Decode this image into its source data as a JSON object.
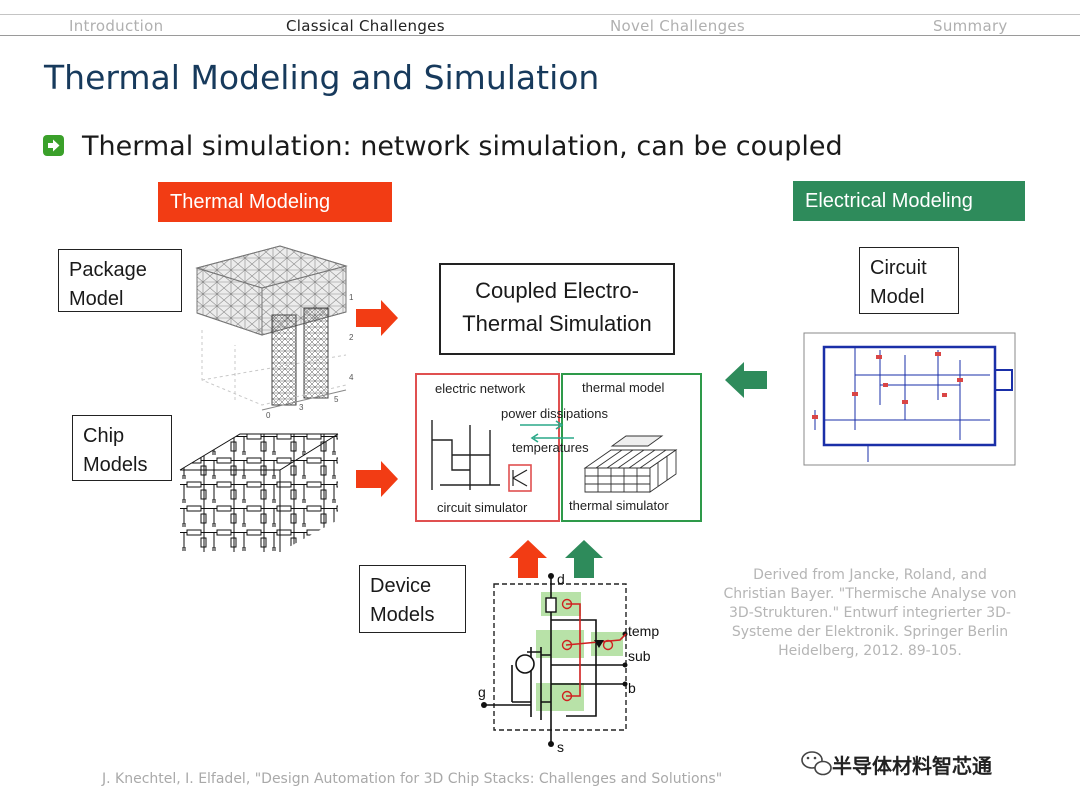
{
  "nav": {
    "items": [
      {
        "label": "Introduction",
        "active": false
      },
      {
        "label": "Classical Challenges",
        "active": true
      },
      {
        "label": "Novel Challenges",
        "active": false
      },
      {
        "label": "Summary",
        "active": false
      }
    ]
  },
  "slide": {
    "title": "Thermal Modeling and Simulation",
    "bullet": "Thermal simulation: network simulation, can be coupled"
  },
  "banners": {
    "thermal": "Thermal Modeling",
    "electrical": "Electrical Modeling"
  },
  "boxes": {
    "package": [
      "Package",
      "Model"
    ],
    "chip": [
      "Chip",
      "Models"
    ],
    "circuit": [
      "Circuit",
      "Model"
    ],
    "device": [
      "Device",
      "Models"
    ],
    "coupled": [
      "Coupled Electro-",
      "Thermal Simulation"
    ]
  },
  "coupling": {
    "electric_network": "electric network",
    "thermal_model": "thermal model",
    "power_dissipations": "power dissipations",
    "temperatures": "temperatures",
    "circuit_simulator": "circuit simulator",
    "thermal_simulator": "thermal simulator"
  },
  "device_schematic": {
    "labels": {
      "d": "d",
      "temp": "temp",
      "sub": "sub",
      "b": "b",
      "g": "g",
      "s": "s"
    }
  },
  "package_axis_ticks": [
    "0",
    "1",
    "2",
    "3",
    "4",
    "5"
  ],
  "citation": [
    "Derived from Jancke, Roland, and",
    "Christian Bayer. \"Thermische Analyse von",
    "3D-Strukturen.\" Entwurf integrierter 3D-",
    "Systeme der Elektronik. Springer Berlin",
    "Heidelberg, 2012. 89-105."
  ],
  "footer": "J. Knechtel, I. Elfadel, \"Design Automation for 3D Chip Stacks: Challenges and Solutions\"",
  "watermark": "半导体材料智芯通",
  "colors": {
    "title": "#173a5c",
    "thermal_accent": "#f23c14",
    "electrical_accent": "#2e8b5b",
    "bullet_icon": "#3aa02a",
    "circuit_wire": "#1a2fa8"
  },
  "icons": [
    "arrow-right-bullet-icon",
    "wechat-icon"
  ]
}
